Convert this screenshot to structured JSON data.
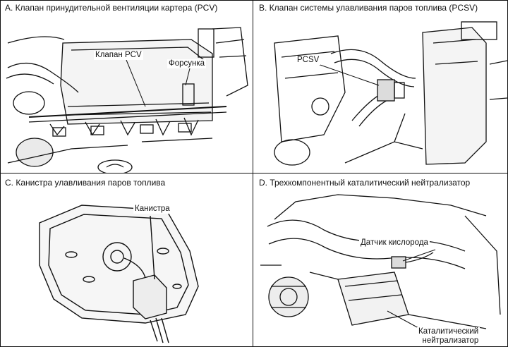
{
  "panels": {
    "a": {
      "caption": "А. Клапан принудительной вентиляции картера (PCV)",
      "labels": {
        "pcv_valve": "Клапан PCV",
        "injector": "Форсунка"
      }
    },
    "b": {
      "caption": "В. Клапан системы улавливания паров топлива (PCSV)",
      "labels": {
        "pcsv": "PCSV"
      }
    },
    "c": {
      "caption": "С. Канистра улавливания паров топлива",
      "labels": {
        "canister": "Канистра"
      }
    },
    "d": {
      "caption": "D. Трехкомпонентный каталитический нейтрализатор",
      "labels": {
        "oxygen_sensor": "Датчик кислорода",
        "catalytic_converter": "Каталитический\nнейтрализатор"
      }
    }
  }
}
